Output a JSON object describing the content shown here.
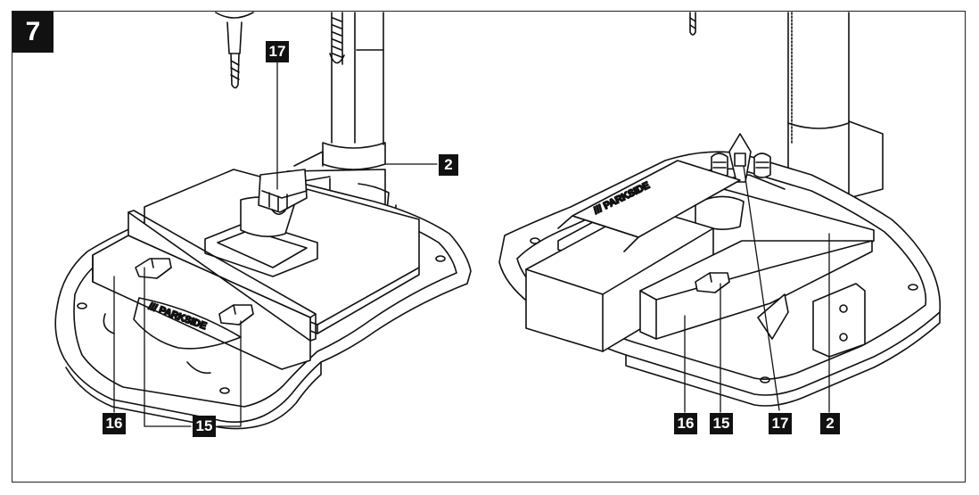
{
  "figure": {
    "number": "7"
  },
  "brand": {
    "left_table": "/// PARKSIDE",
    "right_vise": "/// PARKSIDE"
  },
  "callouts": {
    "left": {
      "c17": "17",
      "c2": "2",
      "c16": "16",
      "c15": "15"
    },
    "right": {
      "c16": "16",
      "c15": "15",
      "c17": "17",
      "c2": "2"
    }
  },
  "colors": {
    "line": "#111111",
    "fill": "#ffffff",
    "label_bg": "#111111",
    "label_text": "#ffffff"
  }
}
